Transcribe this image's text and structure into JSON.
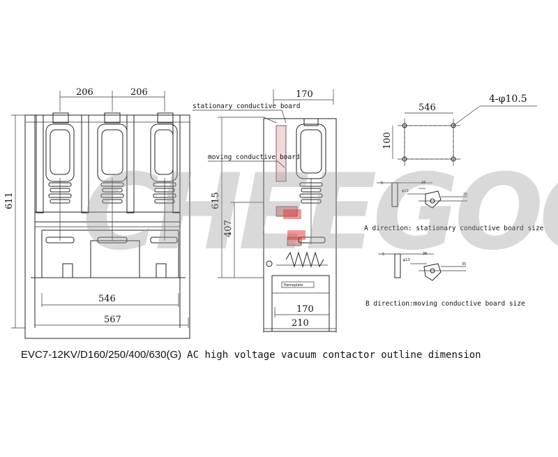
{
  "watermark": "CHEEGOO",
  "front_view": {
    "dim_pole_pitch_left": "206",
    "dim_pole_pitch_right": "206",
    "dim_height": "611",
    "dim_inner_width": "546",
    "dim_outer_width": "567"
  },
  "side_view": {
    "dim_top_depth": "170",
    "dim_total_height": "615",
    "dim_lower_height": "407",
    "dim_bottom_inner": "170",
    "dim_bottom_outer": "210",
    "label_stationary_board": "stationary conductive board",
    "label_moving_board": "moving conductive board"
  },
  "mounting_view": {
    "dim_width": "546",
    "dim_height": "100",
    "hole_spec": "4-φ10.5"
  },
  "detail_a": {
    "caption": "A direction: stationary conductive board size"
  },
  "detail_b": {
    "caption": "B direction:moving conductive board size"
  },
  "caption": {
    "model": "EVC7-12KV/D160/250/400/630(G)",
    "description": "AC high voltage vacuum contactor outline dimension"
  }
}
